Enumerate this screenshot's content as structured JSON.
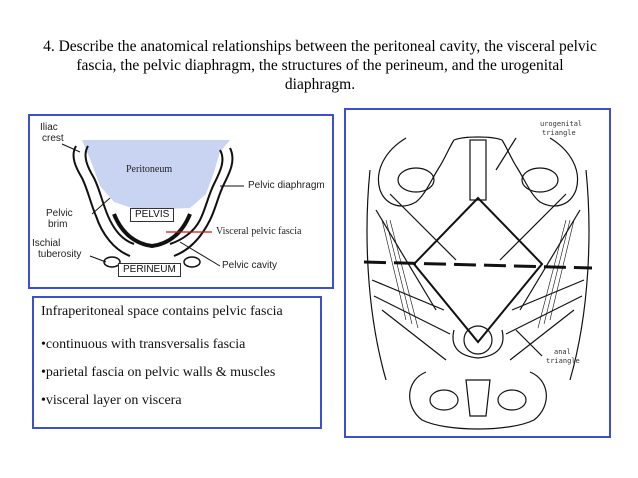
{
  "slide": {
    "title": "4. Describe the anatomical relationships between the peritoneal cavity, the visceral pelvic fascia, the pelvic diaphragm, the structures of the perineum, and the urogenital diaphragm."
  },
  "pelvis_diagram": {
    "labels": {
      "iliac": "Iliac",
      "crest": "crest",
      "peritoneum": "Peritoneum",
      "pelvic_diaphragm": "Pelvic diaphragm",
      "pelvic": "Pelvic",
      "brim": "brim",
      "pelvis": "PELVIS",
      "visceral_pelvic_fascia": "Visceral pelvic fascia",
      "ischial": "Ischial",
      "tuberosity": "tuberosity",
      "perineum": "PERINEUM",
      "pelvic_cavity": "Pelvic cavity"
    }
  },
  "text_box": {
    "heading": "Infraperitoneal space contains pelvic fascia",
    "bullets": [
      "continuous with transversalis fascia",
      "parietal fascia on pelvic walls & muscles",
      "visceral layer on viscera"
    ]
  },
  "perineum_diagram": {
    "labels": {
      "urogenital_1": "urogenital",
      "urogenital_2": "triangle",
      "anal_1": "anal",
      "anal_2": "triangle"
    }
  },
  "colors": {
    "panel_border": "#3b4fd0",
    "peritoneum_fill": "#c9d3f2",
    "fascia_line": "#d01818"
  }
}
